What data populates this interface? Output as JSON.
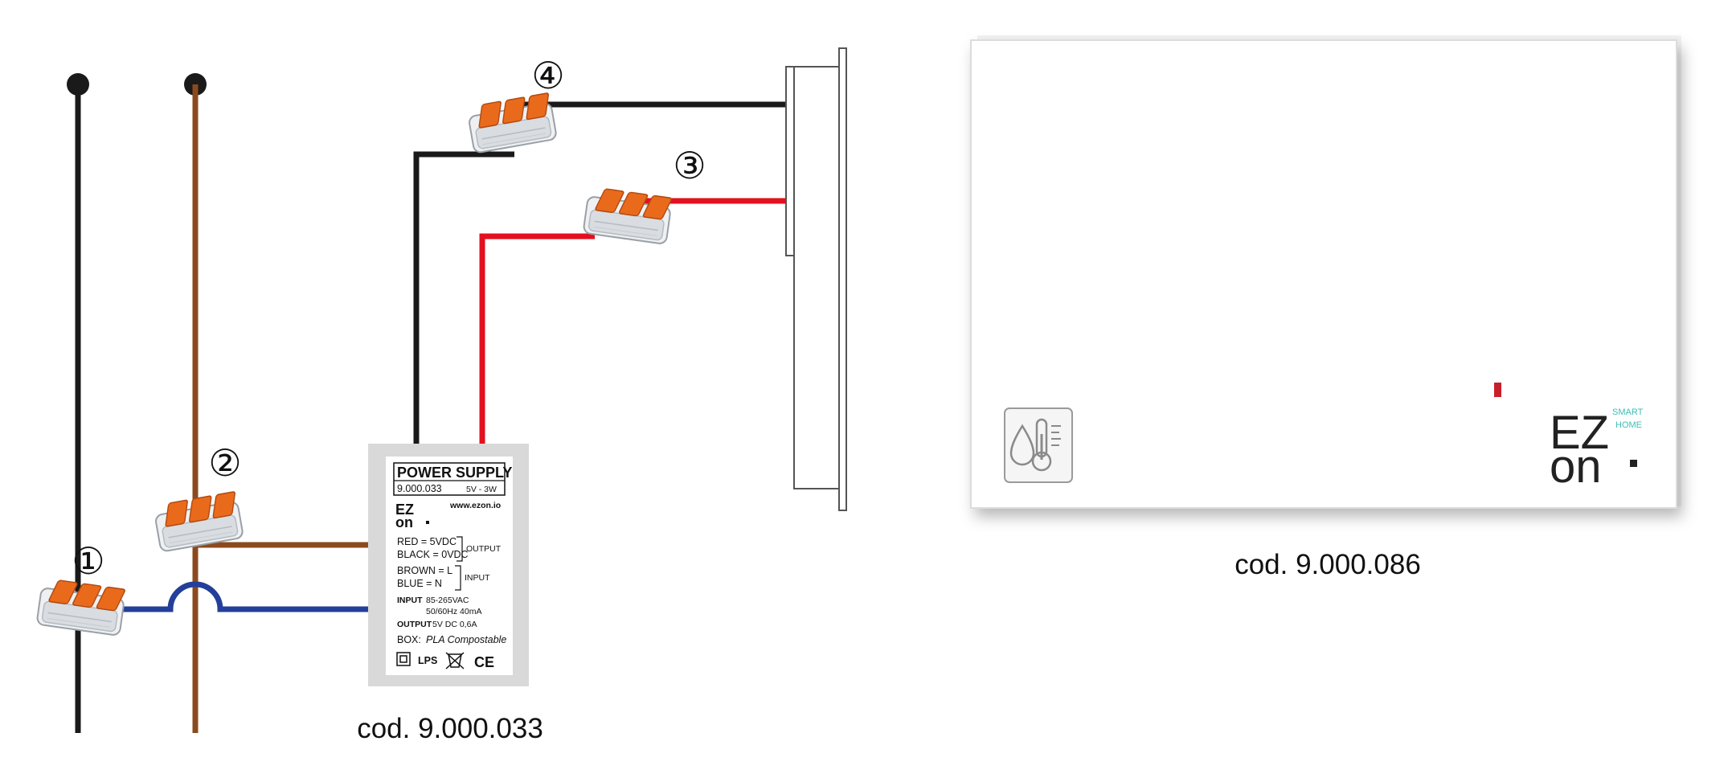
{
  "markers": [
    "①",
    "②",
    "③",
    "④"
  ],
  "captions": {
    "power_supply_code": "cod. 9.000.033",
    "sensor_code": "cod. 9.000.086"
  },
  "power_supply_label": {
    "title": "POWER SUPPLY",
    "code": "9.000.033",
    "rating": "5V - 3W",
    "logo_top": "EZ",
    "logo_bottom": "on",
    "website": "www.ezon.io",
    "red": "RED = 5VDC",
    "black": "BLACK = 0VDC",
    "output_group": "OUTPUT",
    "brown": "BROWN = L",
    "blue": "BLUE = N",
    "input_group": "INPUT",
    "input_label": "INPUT",
    "input_spec_1": "85-265VAC",
    "input_spec_2": "50/60Hz  40mA",
    "output_label": "OUTPUT",
    "output_spec": "5V DC 0,6A",
    "box_label": "BOX:",
    "box_material": "PLA Compostable",
    "lps": "LPS",
    "ce": "CE"
  },
  "sensor_device": {
    "logo_top": "EZ",
    "logo_bottom": "on",
    "smart": "SMART",
    "home": "HOME"
  },
  "colors": {
    "black_wire": "#1a1a1a",
    "brown_wire": "#8b4a1e",
    "blue_wire": "#233f99",
    "red_wire": "#e3101f",
    "connector_orange": "#ea6a1c",
    "led_red": "#c8202a",
    "logo_teal": "#3dbdb4"
  }
}
